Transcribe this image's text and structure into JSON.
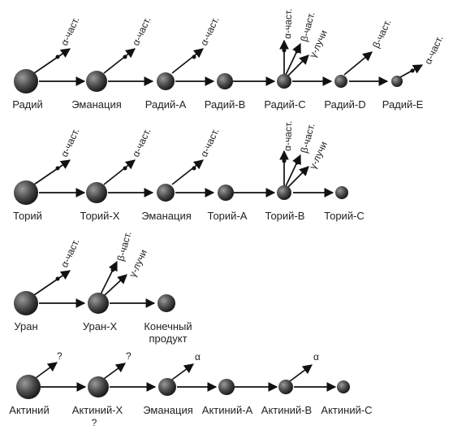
{
  "rows": [
    {
      "nodes": [
        {
          "label": "Радий"
        },
        {
          "label": "Эманация"
        },
        {
          "label": "Радий-А"
        },
        {
          "label": "Радий-В"
        },
        {
          "label": "Радий-С"
        },
        {
          "label": "Радий-D"
        },
        {
          "label": "Радий-Е"
        }
      ],
      "emissions": [
        "α-част.",
        "α-част.",
        "α-част.",
        "α-част.",
        "β-част.",
        "γ-лучи",
        "β-част.",
        "α-част."
      ]
    },
    {
      "nodes": [
        {
          "label": "Торий"
        },
        {
          "label": "Торий-Х"
        },
        {
          "label": "Эманация"
        },
        {
          "label": "Торий-А"
        },
        {
          "label": "Торий-В"
        },
        {
          "label": "Торий-С"
        }
      ],
      "emissions": [
        "α-част.",
        "α-част.",
        "α-част.",
        "α-част.",
        "β-част.",
        "γ-лучи"
      ]
    },
    {
      "nodes": [
        {
          "label": "Уран"
        },
        {
          "label": "Уран-Х"
        },
        {
          "label_line1": "Конечный",
          "label_line2": "продукт"
        }
      ],
      "emissions": [
        "α-част.",
        "β-част.",
        "γ-лучи"
      ]
    },
    {
      "nodes": [
        {
          "label": "Актиний"
        },
        {
          "label": "Актиний-Х"
        },
        {
          "label": "Эманация"
        },
        {
          "label": "Актиний-А"
        },
        {
          "label": "Актиний-В"
        },
        {
          "label": "Актиний-С"
        }
      ],
      "emissions": [
        "?",
        "?",
        "α",
        "α"
      ],
      "note_below_actinium_x": "?"
    }
  ]
}
